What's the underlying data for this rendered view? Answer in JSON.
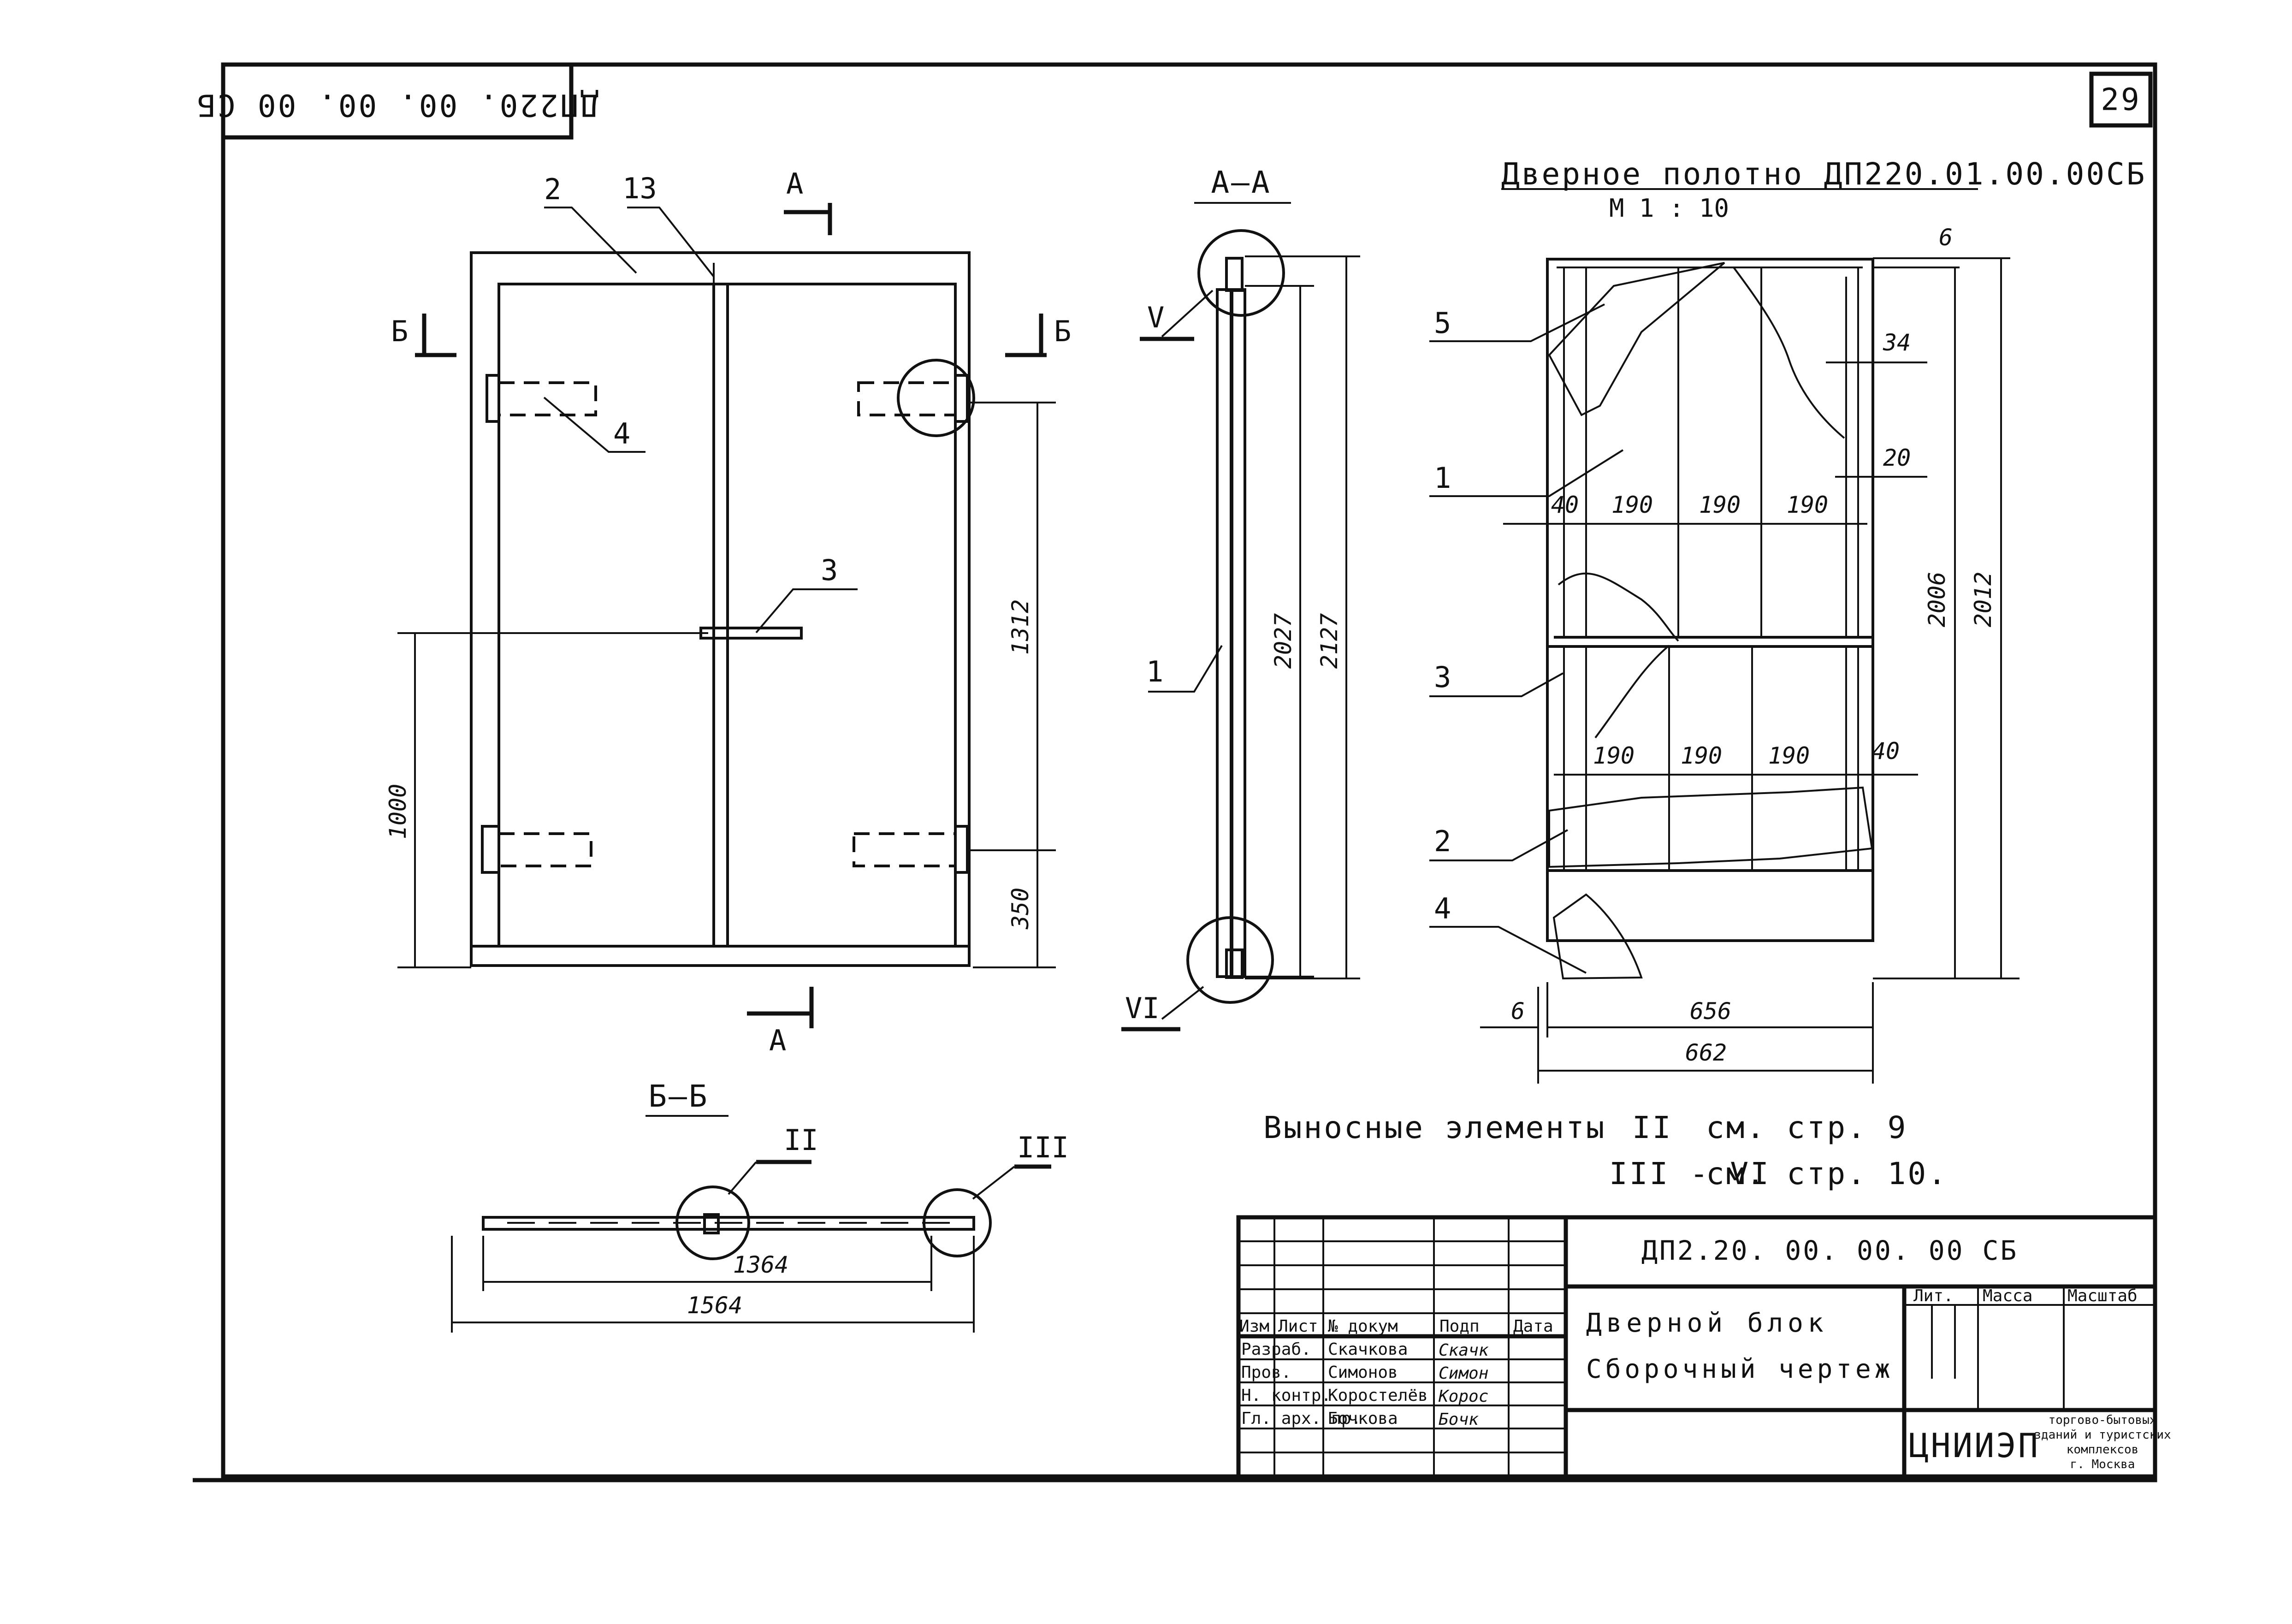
{
  "sheet": {
    "code_upside_down": "ДП220. 00. 00. 00 СБ",
    "page_number": "29"
  },
  "front_view": {
    "marker_a_top": "А",
    "marker_a_bottom": "А",
    "marker_b_left": "Б",
    "marker_b_right": "Б",
    "leaders": [
      "2",
      "13",
      "4",
      "3"
    ],
    "dims": {
      "h1000": "1000",
      "h1312": "1312",
      "h350": "350"
    }
  },
  "section_aa": {
    "title": "А—А",
    "callout_top": "V",
    "callout_bottom": "VI",
    "leader_1": "1",
    "dims": {
      "h2027": "2027",
      "h2127": "2127"
    }
  },
  "section_bb": {
    "title": "Б—Б",
    "callout_left": "II",
    "callout_right": "III",
    "dims": {
      "w1364": "1364",
      "w1564": "1564"
    }
  },
  "door_leaf": {
    "title": "Дверное полотно ДП220.01.00.00СБ",
    "scale": "М 1 : 10",
    "leaders": [
      "5",
      "1",
      "3",
      "2",
      "4"
    ],
    "dims": {
      "d6_top": "6",
      "d34": "34",
      "d20": "20",
      "top_row": [
        "40",
        "190",
        "190",
        "190"
      ],
      "bottom_row": [
        "190",
        "190",
        "190",
        "40"
      ],
      "h2006": "2006",
      "h2012": "2012",
      "d6_left": "6",
      "w656": "656",
      "w662": "662"
    }
  },
  "note": {
    "line1_text": "Выносные элементы",
    "line1_ref": "II",
    "line1_page": "см. стр. 9",
    "line2_ref": "III - VI",
    "line2_page": "см. стр. 10."
  },
  "title_block": {
    "code": "ДП2.20. 00. 00. 00 СБ",
    "name_line1": "Дверной блок",
    "name_line2": "Сборочный чертеж",
    "col_headers": [
      "Изм",
      "Лист",
      "№ докум",
      "Подп",
      "Дата"
    ],
    "rows": [
      {
        "role": "Разраб.",
        "name": "Скачкова",
        "signature": "Скачк"
      },
      {
        "role": "Пров.",
        "name": "Симонов",
        "signature": "Симон"
      },
      {
        "role": "Н. контр.",
        "name": "Коростелёв",
        "signature": "Корос"
      },
      {
        "role": "Гл. арх. пр.",
        "name": "Бочкова",
        "signature": "Бочк"
      }
    ],
    "lit_header": "Лит.",
    "mass_header": "Масса",
    "scale_header": "Масштаб",
    "org_logo": "ЦНИИЭП",
    "org_lines": [
      "торгово-бытовых",
      "зданий и туристских",
      "комплексов",
      "г. Москва"
    ]
  }
}
